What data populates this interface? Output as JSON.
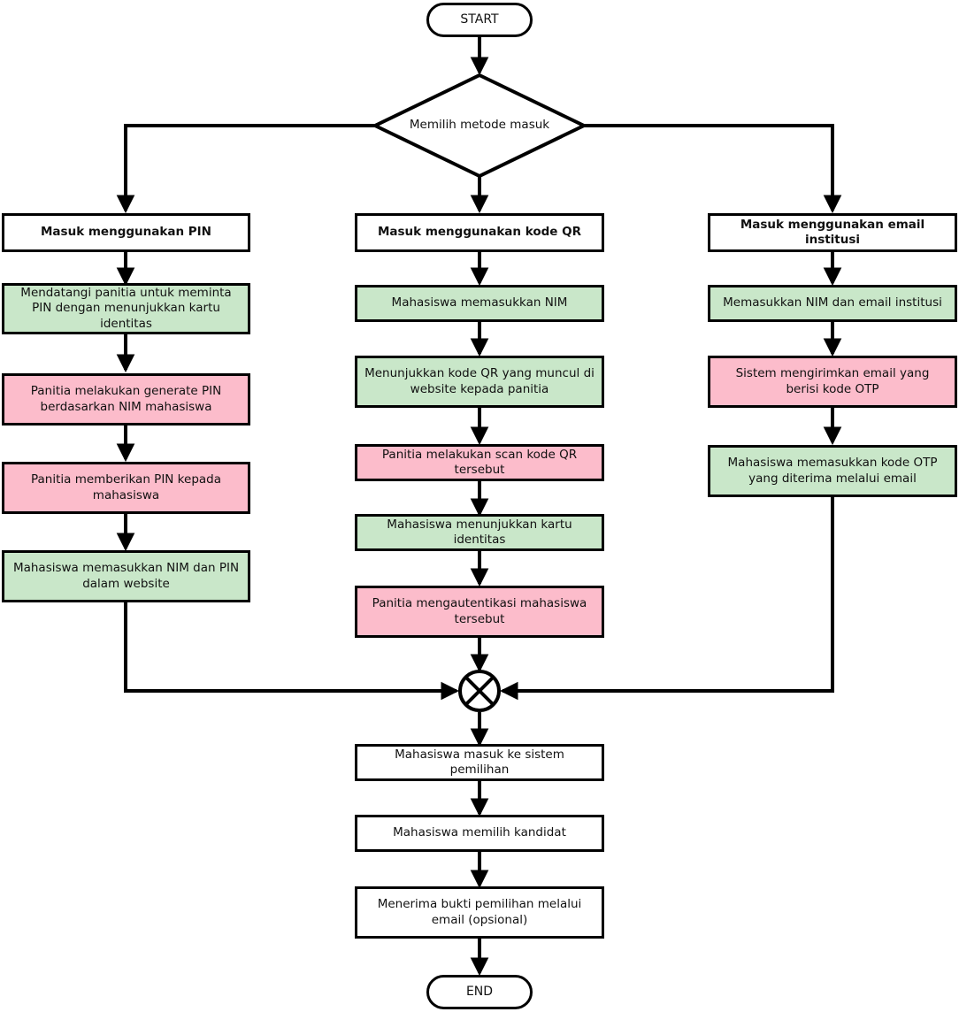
{
  "diagram": {
    "title": "Flowchart metode masuk sistem pemilihan",
    "colors": {
      "green": "#c9e7c9",
      "pink": "#fcbccb",
      "white": "#ffffff",
      "stroke": "#000000"
    }
  },
  "start": {
    "label": "START"
  },
  "decision": {
    "label": "Memilih metode masuk"
  },
  "columns": {
    "pin": {
      "header": "Masuk menggunakan PIN",
      "steps": [
        {
          "label": "Mendatangi panitia untuk meminta PIN dengan menunjukkan kartu identitas",
          "color": "green"
        },
        {
          "label": "Panitia melakukan generate PIN berdasarkan NIM mahasiswa",
          "color": "pink"
        },
        {
          "label": "Panitia memberikan PIN kepada mahasiswa",
          "color": "pink"
        },
        {
          "label": "Mahasiswa memasukkan NIM dan PIN dalam website",
          "color": "green"
        }
      ]
    },
    "qr": {
      "header": "Masuk menggunakan kode QR",
      "steps": [
        {
          "label": "Mahasiswa memasukkan NIM",
          "color": "green"
        },
        {
          "label": "Menunjukkan kode QR yang muncul di website kepada panitia",
          "color": "green"
        },
        {
          "label": "Panitia melakukan scan kode QR tersebut",
          "color": "pink"
        },
        {
          "label": "Mahasiswa menunjukkan kartu identitas",
          "color": "green"
        },
        {
          "label": "Panitia mengautentikasi mahasiswa tersebut",
          "color": "pink"
        }
      ]
    },
    "email": {
      "header": "Masuk menggunakan email institusi",
      "steps": [
        {
          "label": "Memasukkan NIM dan email institusi",
          "color": "green"
        },
        {
          "label": "Sistem mengirimkan email yang berisi kode OTP",
          "color": "pink"
        },
        {
          "label": "Mahasiswa memasukkan kode OTP yang diterima melalui email",
          "color": "green"
        }
      ]
    }
  },
  "merge": {
    "label": ""
  },
  "tail": [
    {
      "label": "Mahasiswa masuk ke sistem pemilihan",
      "color": "plain"
    },
    {
      "label": "Mahasiswa memilih kandidat",
      "color": "plain"
    },
    {
      "label": "Menerima bukti pemilihan melalui email (opsional)",
      "color": "plain"
    }
  ],
  "end": {
    "label": "END"
  }
}
